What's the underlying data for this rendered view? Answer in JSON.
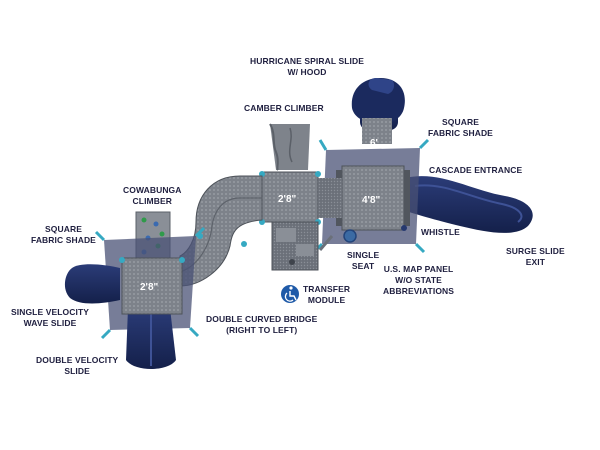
{
  "labels": {
    "hurricane_spiral_slide": "HURRICANE SPIRAL SLIDE\nW/ HOOD",
    "camber_climber": "CAMBER CLIMBER",
    "square_fabric_shade_right": "SQUARE\nFABRIC SHADE",
    "cascade_entrance": "CASCADE ENTRANCE",
    "cowabunga_climber": "COWABUNGA\nCLIMBER",
    "whistle": "WHISTLE",
    "square_fabric_shade_left": "SQUARE\nFABRIC SHADE",
    "surge_slide_exit": "SURGE SLIDE\nEXIT",
    "single_seat": "SINGLE\nSEAT",
    "us_map_panel": "U.S. MAP PANEL\nW/O STATE\nABBREVIATIONS",
    "transfer_module": "TRANSFER\nMODULE",
    "single_velocity_wave_slide": "SINGLE VELOCITY\nWAVE SLIDE",
    "double_curved_bridge": "DOUBLE CURVED BRIDGE\n(RIGHT TO LEFT)",
    "double_velocity_slide": "DOUBLE VELOCITY\nSLIDE"
  },
  "decks": {
    "left": "2'8\"",
    "middle": "2'8\"",
    "right": "4'8\"",
    "top": "6'"
  },
  "icons": {
    "accessibility": "wheelchair-accessibility-icon"
  },
  "colors": {
    "label_text": "#1f1f3f",
    "navy": "#1b2a5e",
    "deck": "#5f6470",
    "deck_light": "#8f949c",
    "shade_fabric": "#4a5275",
    "post_teal": "#36a9c2",
    "accessibility_blue": "#1f5aa8"
  }
}
